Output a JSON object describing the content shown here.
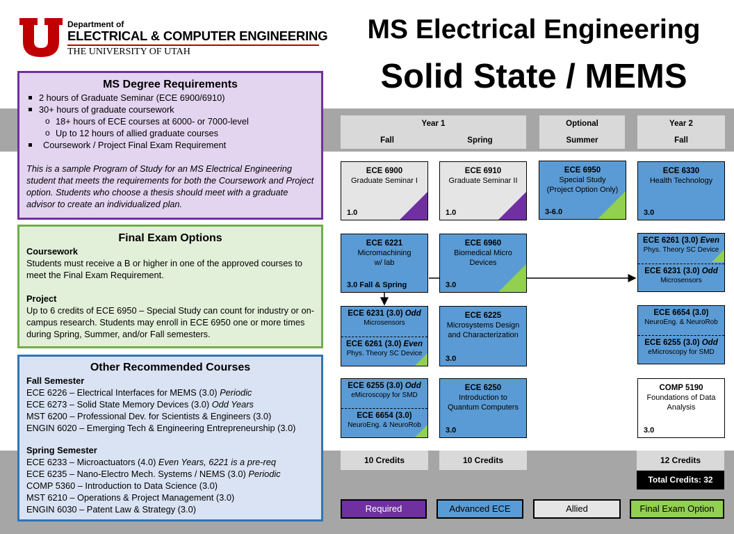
{
  "logo": {
    "dept": "Department of",
    "ece": "ELECTRICAL & COMPUTER ENGINEERING",
    "uu": "THE UNIVERSITY OF UTAH"
  },
  "title": {
    "line1": "MS Electrical Engineering",
    "line2": "Solid State / MEMS"
  },
  "requirements": {
    "heading": "MS Degree Requirements",
    "items": [
      "2 hours of Graduate Seminar (ECE 6900/6910)",
      "30+ hours of graduate coursework",
      "18+ hours of ECE courses at 6000- or 7000-level",
      "Up to 12 hours of allied graduate courses",
      "Coursework / Project Final Exam Requirement"
    ],
    "note": "This is a sample Program of Study for an MS Electrical Engineering student that meets the requirements for both the Coursework and Project option. Students who choose a thesis should meet with a graduate advisor to create an individualized plan."
  },
  "final_exam": {
    "heading": "Final Exam Options",
    "coursework_title": "Coursework",
    "coursework_text": "Students must receive a B or higher in one of the approved courses to meet the Final Exam Requirement.",
    "project_title": "Project",
    "project_text": "Up to 6 credits of ECE 6950 – Special Study can count for industry or on-campus research. Students may enroll in ECE 6950 one or more times during Spring, Summer, and/or Fall semesters."
  },
  "other": {
    "heading": "Other Recommended Courses",
    "fall_title": "Fall Semester",
    "fall": [
      {
        "text": "ECE 6226 – Electrical Interfaces for MEMS (3.0) ",
        "note": "Periodic"
      },
      {
        "text": "ECE 6273 – Solid State Memory Devices (3.0) ",
        "note": "Odd Years"
      },
      {
        "text": "MST 6200 – Professional  Dev. for Scientists & Engineers (3.0)",
        "note": ""
      },
      {
        "text": "ENGIN 6020 – Emerging Tech & Engineering Entrepreneurship (3.0)",
        "note": ""
      }
    ],
    "spring_title": "Spring Semester",
    "spring": [
      {
        "text": "ECE 6233 – Microactuators (4.0) ",
        "note": "Even Years, 6221 is a pre-req"
      },
      {
        "text": "ECE 6235 – Nano-Electro Mech. Systems / NEMS (3.0) ",
        "note": "Periodic"
      },
      {
        "text": "COMP 5360 – Introduction to Data Science (3.0)",
        "note": ""
      },
      {
        "text": "MST 6210 – Operations & Project Management (3.0)",
        "note": ""
      },
      {
        "text": "ENGIN 6030 – Patent Law & Strategy (3.0)",
        "note": ""
      }
    ]
  },
  "headers": {
    "year1": "Year 1",
    "fall": "Fall",
    "spring": "Spring",
    "optional": "Optional",
    "summer": "Summer",
    "year2": "Year 2",
    "fall2": "Fall"
  },
  "courses": {
    "c6900": {
      "code": "ECE 6900",
      "name": "Graduate Seminar I",
      "credits": "1.0"
    },
    "c6910": {
      "code": "ECE 6910",
      "name": "Graduate Seminar II",
      "credits": "1.0"
    },
    "c6950": {
      "code": "ECE 6950",
      "name1": "Special Study",
      "name2": "(Project Option Only)",
      "credits": "3-6.0"
    },
    "c6330": {
      "code": "ECE 6330",
      "name": "Health Technology",
      "credits": "3.0"
    },
    "c6221": {
      "code": "ECE 6221",
      "name1": "Micromachining",
      "name2": "w/ lab",
      "credits": "3.0 Fall & Spring"
    },
    "c6960": {
      "code": "ECE 6960",
      "name1": "Biomedical Micro",
      "name2": "Devices",
      "credits": "3.0"
    },
    "y2a": {
      "code1": "ECE 6261 (3.0) ",
      "tag1": "Even",
      "name1": "Phys. Theory SC Device",
      "code2": "ECE 6231 (3.0) ",
      "tag2": "Odd",
      "name2": "Microsensors"
    },
    "f2a": {
      "code1": "ECE 6231 (3.0) ",
      "tag1": "Odd",
      "name1": "Microsensors",
      "code2": "ECE 6261 (3.0) ",
      "tag2": "Even",
      "name2": "Phys. Theory SC Device"
    },
    "c6225": {
      "code": "ECE 6225",
      "name1": "Microsystems Design",
      "name2": "and Characterization",
      "credits": "3.0"
    },
    "y2b": {
      "code1": "ECE 6654 (3.0)",
      "name1": "NeuroEng. & NeuroRob",
      "code2": "ECE 6255 (3.0) ",
      "tag2": "Odd",
      "name2": "eMicroscopy for SMD"
    },
    "f3a": {
      "code1": "ECE 6255 (3.0) ",
      "tag1": "Odd",
      "name1": "eMicroscopy for SMD",
      "code2": "ECE 6654 (3.0)",
      "name2": "NeuroEng. & NeuroRob"
    },
    "c6250": {
      "code": "ECE 6250",
      "name1": "Introduction to",
      "name2": "Quantum Computers",
      "credits": "3.0"
    },
    "c5190": {
      "code": "COMP 5190",
      "name1": "Foundations of Data",
      "name2": "Analysis",
      "credits": "3.0"
    }
  },
  "credits": {
    "fall": "10 Credits",
    "spring": "10 Credits",
    "fall2": "12 Credits",
    "total": "Total Credits: 32"
  },
  "legend": {
    "required": "Required",
    "advanced": "Advanced ECE",
    "allied": "Allied",
    "final": "Final Exam Option"
  },
  "colors": {
    "required": "#7030a0",
    "advanced": "#5b9bd5",
    "allied": "#e5e5e5",
    "final": "#92d050",
    "brand_red": "#be0000"
  }
}
